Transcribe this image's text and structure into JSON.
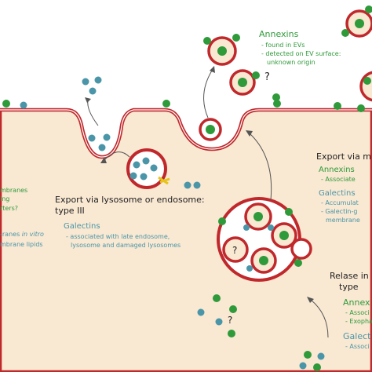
{
  "annexins_box": {
    "title": "Annexins",
    "line1": "- found in EVs",
    "line2": "- detected on EV surface:",
    "line3": "unknown origin"
  },
  "lysosome_box": {
    "heading_line1": "Export via lysosome or endosome:",
    "heading_line2": "type III",
    "galectins_title": "Galectins",
    "line1": "- associated with late endosome,",
    "line2": "lysosome and damaged lysosomes"
  },
  "left_fragments": {
    "a": "mbranes",
    "b": "ing",
    "c": "rters?",
    "d": "-ranes",
    "d_italic": "in vitro",
    "e": "mbrane lipids"
  },
  "right_top": {
    "heading": "Export via m",
    "annexins": "Annexins",
    "annexins_line": "- Associate",
    "galectins": "Galectins",
    "gal_line1": "- Accumulat",
    "gal_line2": "- Galectin-g",
    "gal_line3": "membrane"
  },
  "right_bottom": {
    "heading_line1": "Relase in",
    "heading_line2": "type",
    "annexins": "Annex",
    "ann_line1": "- Associ",
    "ann_line2": "- Exopha",
    "galectins": "Galect",
    "gal_line1": "- Associ"
  },
  "question_marks": [
    "?",
    "?",
    "?"
  ],
  "colors": {
    "annexin": "#2f9a3a",
    "galectin": "#4a96a8",
    "membrane": "#c0282c",
    "cytoplasm": "#f9e8d2"
  }
}
